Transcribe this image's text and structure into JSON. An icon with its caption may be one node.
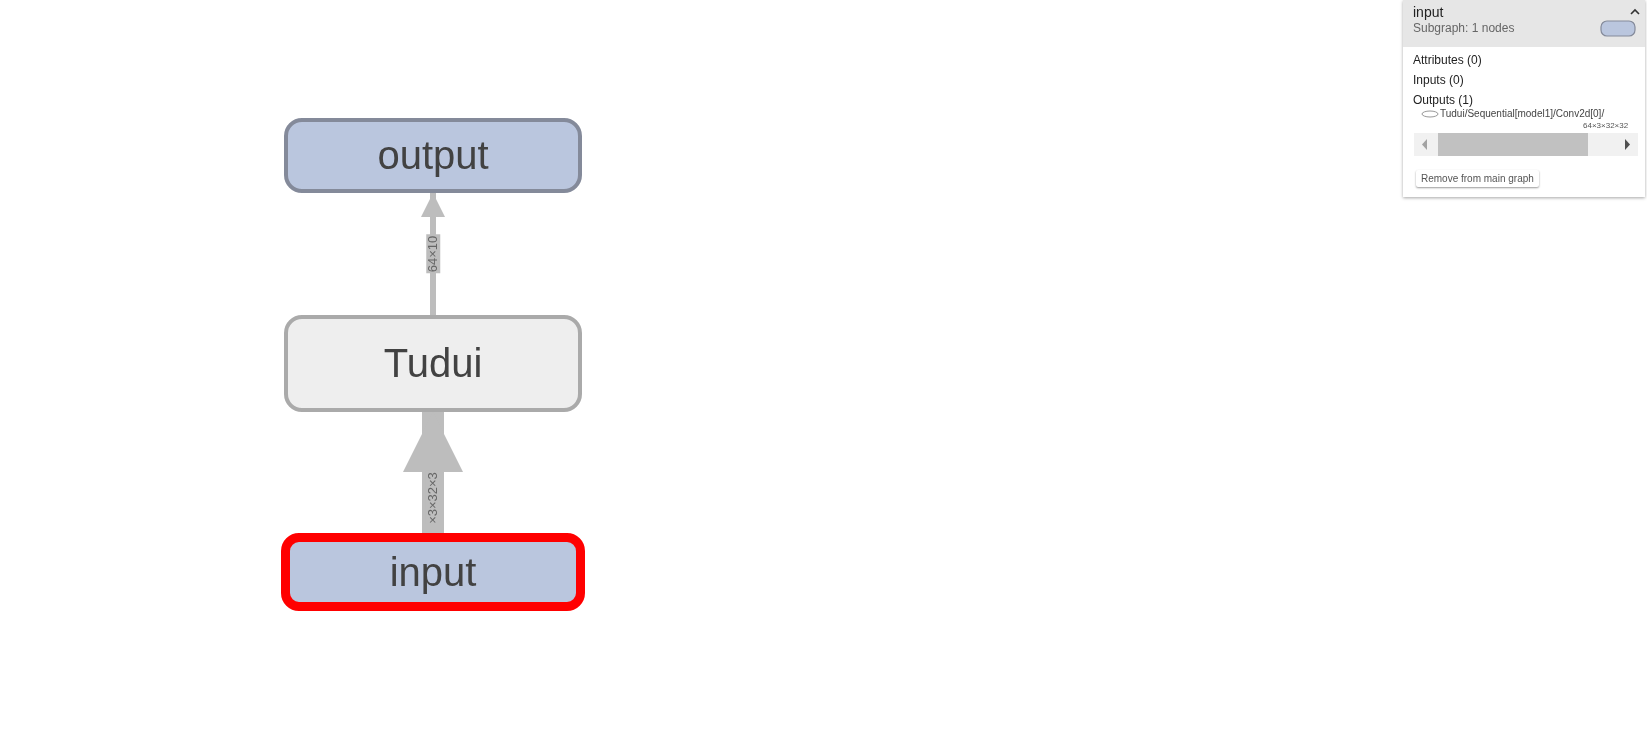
{
  "diagram": {
    "nodes": [
      {
        "text": [
          "output"
        ]
      },
      {
        "text": [
          "Tudui"
        ]
      },
      {
        "text": [
          "input"
        ]
      }
    ],
    "edges": [
      {
        "from": 1,
        "to": 0,
        "arrow": "to",
        "label": "64×10"
      },
      {
        "from": 2,
        "to": 1,
        "arrow": "to",
        "label": "×3×32×3",
        "style": "thick"
      }
    ],
    "labels": [
      "input",
      "Subgraph: 1 nodes",
      "Attributes (0)",
      "Inputs (0)",
      "Outputs (1)",
      "Tudui/Sequential[model1]/Conv2d[0]/",
      "64×3×32×32",
      "Remove from main graph"
    ]
  }
}
